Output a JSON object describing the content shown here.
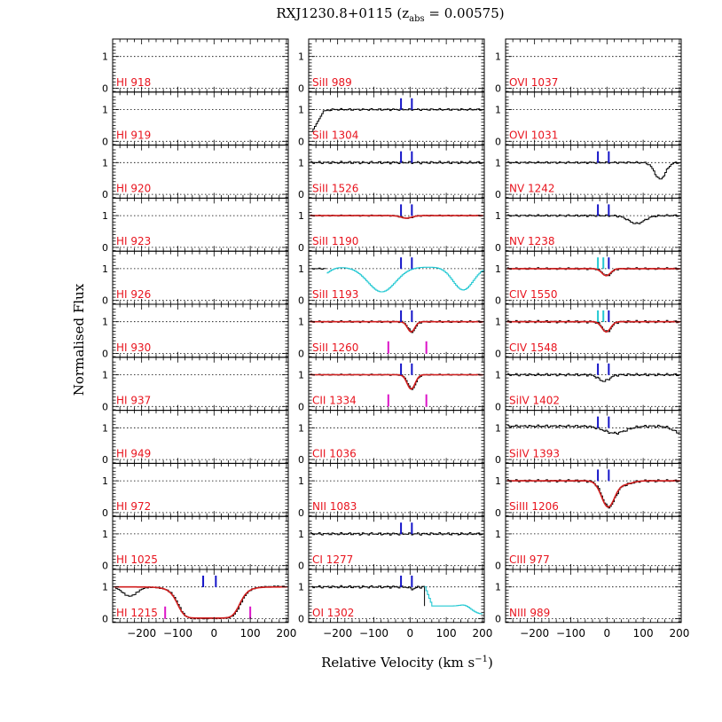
{
  "figure": {
    "title": "RXJ1230.8+0115 (z",
    "title_sub": "abs",
    "title_tail": " = 0.00575)",
    "xlabel": "Relative Velocity (km s",
    "xlabel_sup": "−1",
    "xlabel_tail": ")",
    "ylabel": "Normalised Flux"
  },
  "colors": {
    "label": "#e8141e",
    "spectrum": "#000000",
    "fit": "#d21e1e",
    "blend": "#22c8d2",
    "comp_blue": "#1414c8",
    "comp_magenta": "#dc14c8",
    "comp_cyan": "#22c8d2"
  },
  "chart_data": {
    "type": "line",
    "layout": "11 rows x 3 columns of stacked spectrum panels",
    "xlim": [
      -280,
      205
    ],
    "ylim": [
      -0.12,
      1.55
    ],
    "xticks": [
      -200,
      -100,
      0,
      100,
      200
    ],
    "yticks": [
      0,
      1
    ],
    "reference_lines": [
      0,
      1
    ],
    "columns": [
      [
        {
          "label": "HI 918",
          "profile": "none"
        },
        {
          "label": "HI 919",
          "profile": "none"
        },
        {
          "label": "HI 920",
          "profile": "none"
        },
        {
          "label": "HI 923",
          "profile": "none"
        },
        {
          "label": "HI 926",
          "profile": "none"
        },
        {
          "label": "HI 930",
          "profile": "none"
        },
        {
          "label": "HI 937",
          "profile": "none"
        },
        {
          "label": "HI 949",
          "profile": "none"
        },
        {
          "label": "HI 972",
          "profile": "none"
        },
        {
          "label": "HI 1025",
          "profile": "none"
        },
        {
          "label": "HI 1215",
          "profile": "lya",
          "ticks": [
            {
              "v": -30,
              "color": "comp_blue",
              "pos": "top"
            },
            {
              "v": 5,
              "color": "comp_blue",
              "pos": "top"
            },
            {
              "v": -135,
              "color": "comp_magenta",
              "pos": "bottom"
            },
            {
              "v": 100,
              "color": "comp_magenta",
              "pos": "bottom"
            }
          ]
        }
      ],
      [
        {
          "label": "SiII 989",
          "profile": "none"
        },
        {
          "label": "SiII 1304",
          "profile": "rise",
          "ticks": [
            {
              "v": -25,
              "color": "comp_blue",
              "pos": "top"
            },
            {
              "v": 5,
              "color": "comp_blue",
              "pos": "top"
            }
          ]
        },
        {
          "label": "SiII 1526",
          "profile": "flat",
          "ticks": [
            {
              "v": -25,
              "color": "comp_blue",
              "pos": "top"
            },
            {
              "v": 5,
              "color": "comp_blue",
              "pos": "top"
            }
          ]
        },
        {
          "label": "SiII 1190",
          "profile": "weak",
          "fit": true,
          "ticks": [
            {
              "v": -25,
              "color": "comp_blue",
              "pos": "top"
            },
            {
              "v": 5,
              "color": "comp_blue",
              "pos": "top"
            }
          ]
        },
        {
          "label": "SiII 1193",
          "profile": "blend",
          "ticks": [
            {
              "v": -25,
              "color": "comp_blue",
              "pos": "top"
            },
            {
              "v": 5,
              "color": "comp_blue",
              "pos": "top"
            }
          ]
        },
        {
          "label": "SiII 1260",
          "profile": "mod",
          "fit": true,
          "ticks": [
            {
              "v": -25,
              "color": "comp_blue",
              "pos": "top"
            },
            {
              "v": 5,
              "color": "comp_blue",
              "pos": "top"
            },
            {
              "v": -60,
              "color": "comp_magenta",
              "pos": "bottom"
            },
            {
              "v": 45,
              "color": "comp_magenta",
              "pos": "bottom"
            }
          ]
        },
        {
          "label": "CII 1334",
          "profile": "deep",
          "fit": true,
          "ticks": [
            {
              "v": -25,
              "color": "comp_blue",
              "pos": "top"
            },
            {
              "v": 5,
              "color": "comp_blue",
              "pos": "top"
            },
            {
              "v": -60,
              "color": "comp_magenta",
              "pos": "bottom"
            },
            {
              "v": 45,
              "color": "comp_magenta",
              "pos": "bottom"
            }
          ]
        },
        {
          "label": "CII 1036",
          "profile": "none"
        },
        {
          "label": "NII 1083",
          "profile": "none"
        },
        {
          "label": "CI 1277",
          "profile": "flat",
          "ticks": [
            {
              "v": -25,
              "color": "comp_blue",
              "pos": "top"
            },
            {
              "v": 5,
              "color": "comp_blue",
              "pos": "top"
            }
          ]
        },
        {
          "label": "OI 1302",
          "profile": "oi",
          "ticks": [
            {
              "v": -25,
              "color": "comp_blue",
              "pos": "top"
            },
            {
              "v": 5,
              "color": "comp_blue",
              "pos": "top"
            }
          ]
        }
      ],
      [
        {
          "label": "OVI 1037",
          "profile": "none"
        },
        {
          "label": "OVI 1031",
          "profile": "none"
        },
        {
          "label": "NV 1242",
          "profile": "nv1",
          "ticks": [
            {
              "v": -25,
              "color": "comp_blue",
              "pos": "top"
            },
            {
              "v": 5,
              "color": "comp_blue",
              "pos": "top"
            }
          ]
        },
        {
          "label": "NV 1238",
          "profile": "nv2",
          "ticks": [
            {
              "v": -25,
              "color": "comp_blue",
              "pos": "top"
            },
            {
              "v": 5,
              "color": "comp_blue",
              "pos": "top"
            }
          ]
        },
        {
          "label": "CIV 1550",
          "profile": "civ1",
          "fit": true,
          "ticks": [
            {
              "v": -25,
              "color": "comp_cyan",
              "pos": "top"
            },
            {
              "v": -10,
              "color": "comp_cyan",
              "pos": "top"
            },
            {
              "v": 5,
              "color": "comp_blue",
              "pos": "top"
            }
          ]
        },
        {
          "label": "CIV 1548",
          "profile": "civ2",
          "fit": true,
          "ticks": [
            {
              "v": -25,
              "color": "comp_cyan",
              "pos": "top"
            },
            {
              "v": -10,
              "color": "comp_cyan",
              "pos": "top"
            },
            {
              "v": 5,
              "color": "comp_blue",
              "pos": "top"
            }
          ]
        },
        {
          "label": "SiIV 1402",
          "profile": "siiv1",
          "ticks": [
            {
              "v": -25,
              "color": "comp_blue",
              "pos": "top"
            },
            {
              "v": 5,
              "color": "comp_blue",
              "pos": "top"
            }
          ]
        },
        {
          "label": "SiIV 1393",
          "profile": "siiv2",
          "ticks": [
            {
              "v": -25,
              "color": "comp_blue",
              "pos": "top"
            },
            {
              "v": 5,
              "color": "comp_blue",
              "pos": "top"
            }
          ]
        },
        {
          "label": "SiIII 1206",
          "profile": "siiii",
          "fit": true,
          "ticks": [
            {
              "v": -25,
              "color": "comp_blue",
              "pos": "top"
            },
            {
              "v": 5,
              "color": "comp_blue",
              "pos": "top"
            }
          ]
        },
        {
          "label": "CIII 977",
          "profile": "none"
        },
        {
          "label": "NIII 989",
          "profile": "none"
        }
      ]
    ]
  }
}
